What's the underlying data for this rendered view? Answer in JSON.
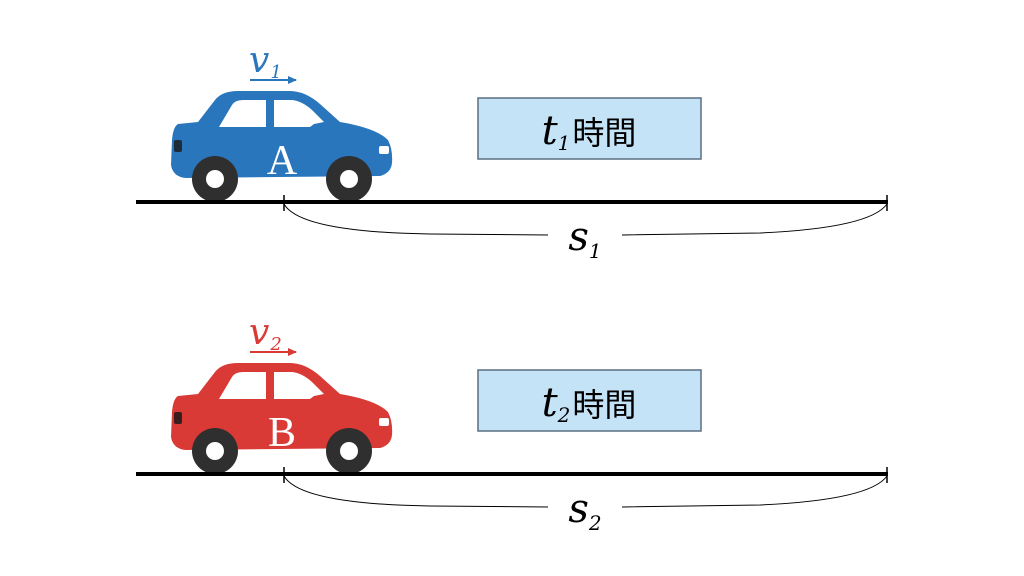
{
  "scenes": [
    {
      "car_letter": "A",
      "car_color": "#2a76bd",
      "velocity": {
        "symbol": "v",
        "subscript": "1"
      },
      "time": {
        "symbol": "t",
        "subscript": "1",
        "suffix": "時間"
      },
      "distance": {
        "symbol": "s",
        "subscript": "1"
      }
    },
    {
      "car_letter": "B",
      "car_color": "#d93a35",
      "velocity": {
        "symbol": "v",
        "subscript": "2"
      },
      "time": {
        "symbol": "t",
        "subscript": "2",
        "suffix": "時間"
      },
      "distance": {
        "symbol": "s",
        "subscript": "2"
      }
    }
  ],
  "colors": {
    "time_box_fill": "#c5e3f6",
    "time_box_stroke": "#5a6f80",
    "road": "#000000",
    "window": "#ffffff",
    "tire": "#2f2f2f",
    "hub": "#ffffff"
  }
}
